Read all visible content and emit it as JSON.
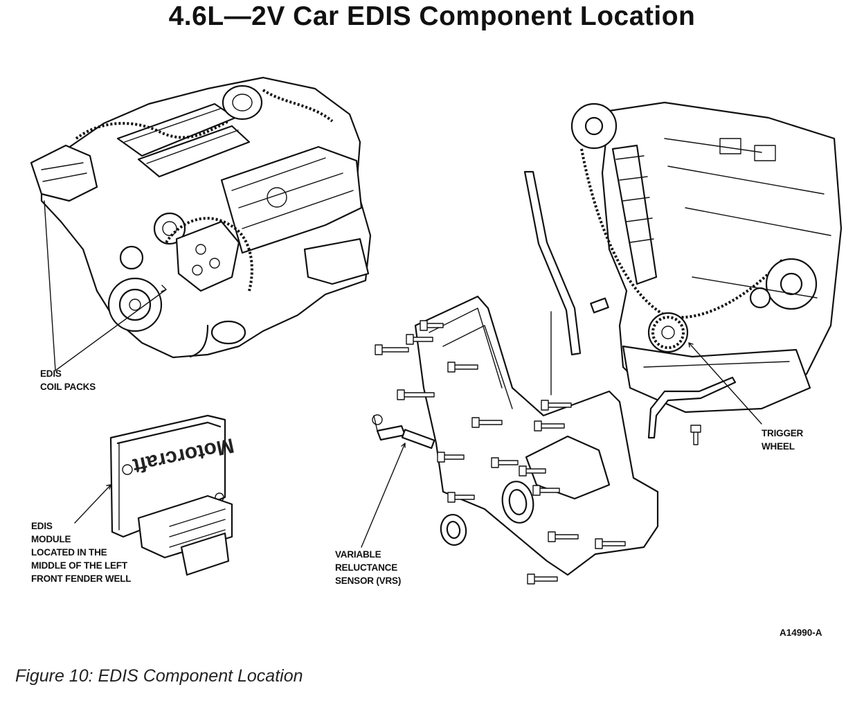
{
  "title": "4.6L—2V Car EDIS Component Location",
  "labels": {
    "coil_packs": [
      "EDIS",
      "COIL PACKS"
    ],
    "module": [
      "EDIS",
      "MODULE",
      "LOCATED IN THE",
      "MIDDLE OF THE LEFT",
      "FRONT FENDER WELL"
    ],
    "vrs": [
      "VARIABLE",
      "RELUCTANCE",
      "SENSOR (VRS)"
    ],
    "trigger_wheel": [
      "TRIGGER",
      "WHEEL"
    ]
  },
  "module_brand": "Motorcraft",
  "figure_id": "A14990-A",
  "caption": "Figure 10: EDIS Component Location"
}
